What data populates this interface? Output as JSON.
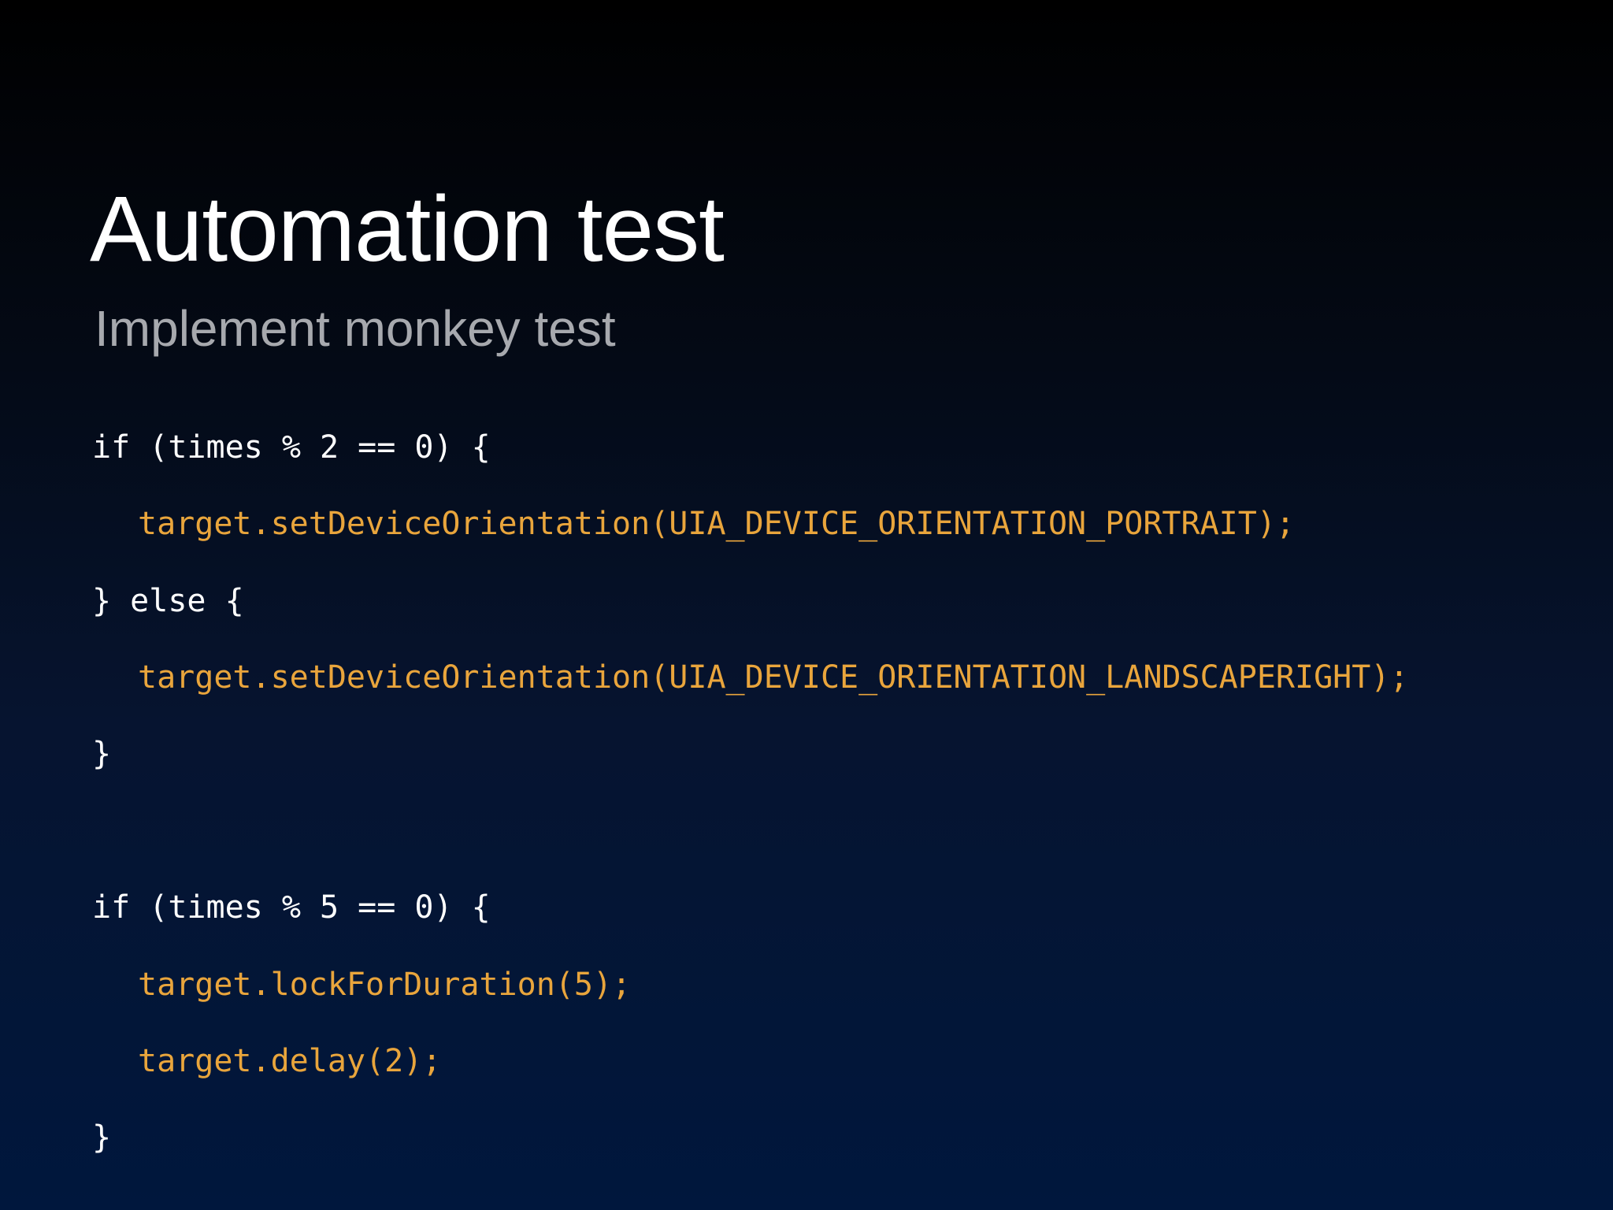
{
  "slide": {
    "title": "Automation test",
    "subtitle": "Implement monkey test",
    "colors": {
      "title": "#ffffff",
      "subtitle": "#a7a9ae",
      "code_keyword": "#ffffff",
      "code_call": "#e9a53c",
      "background_top": "#000000",
      "background_bottom": "#00173d"
    },
    "code": [
      {
        "text": "if (times % 2 == 0) {",
        "indent": 0
      },
      {
        "text": "target.setDeviceOrientation(UIA_DEVICE_ORIENTATION_PORTRAIT);",
        "indent": 1
      },
      {
        "text": "} else {",
        "indent": 0
      },
      {
        "text": "target.setDeviceOrientation(UIA_DEVICE_ORIENTATION_LANDSCAPERIGHT);",
        "indent": 1
      },
      {
        "text": "}",
        "indent": 0
      },
      {
        "text": "if (times % 5 == 0) {",
        "indent": 0
      },
      {
        "text": "target.lockForDuration(5);",
        "indent": 1
      },
      {
        "text": "target.delay(2);",
        "indent": 1
      },
      {
        "text": "}",
        "indent": 0
      }
    ]
  }
}
